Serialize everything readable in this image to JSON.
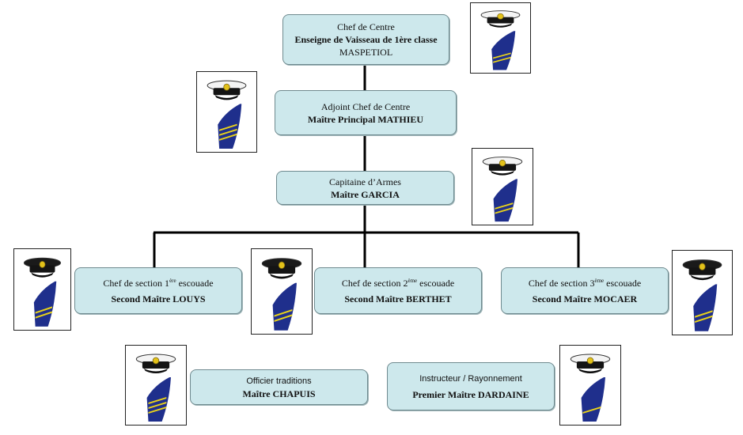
{
  "nodes": {
    "chef": {
      "role": "Chef de Centre",
      "rank": "Enseigne de Vaisseau de 1ère classe",
      "name": "MASPETIOL"
    },
    "adjoint": {
      "role": "Adjoint Chef de  Centre",
      "name": "Maître Principal MATHIEU"
    },
    "capitaine": {
      "role": "Capitaine d’Armes",
      "name": "Maître GARCIA"
    },
    "section1": {
      "role_prefix": "Chef de section 1",
      "role_sup": "ère",
      "role_suffix": " escouade",
      "name": "Second Maître LOUYS"
    },
    "section2": {
      "role_prefix": "Chef de section 2",
      "role_sup": "ème",
      "role_suffix": " escouade",
      "name": "Second Maître BERTHET"
    },
    "section3": {
      "role_prefix": "Chef de section 3",
      "role_sup": "ème",
      "role_suffix": " escouade",
      "name": "Second Maître MOCAER"
    },
    "traditions": {
      "role": "Officier traditions",
      "name": "Maître CHAPUIS"
    },
    "instructeur": {
      "role": "Instructeur / Rayonnement",
      "name": "Premier Maître DARDAINE"
    }
  },
  "colors": {
    "box_fill": "#cde8ec",
    "sleeve": "#1f2f8c",
    "stripe": "#e8d21a",
    "line": "#000000"
  },
  "badges": [
    {
      "id": "chef",
      "icon": "cap-and-sleeve-icon",
      "stripes": 2,
      "cap": "white"
    },
    {
      "id": "adjoint",
      "icon": "cap-and-sleeve-icon",
      "stripes": 3,
      "cap": "white"
    },
    {
      "id": "capitaine",
      "icon": "cap-and-sleeve-icon",
      "stripes": 2,
      "cap": "white"
    },
    {
      "id": "section1",
      "icon": "cap-and-sleeve-icon",
      "stripes": 2,
      "cap": "black"
    },
    {
      "id": "section2",
      "icon": "cap-and-sleeve-icon",
      "stripes": 2,
      "cap": "black"
    },
    {
      "id": "section3",
      "icon": "cap-and-sleeve-icon",
      "stripes": 2,
      "cap": "black"
    },
    {
      "id": "traditions",
      "icon": "cap-and-sleeve-icon",
      "stripes": 3,
      "cap": "white"
    },
    {
      "id": "instructeur",
      "icon": "cap-and-sleeve-icon",
      "stripes": 1,
      "cap": "white"
    }
  ]
}
